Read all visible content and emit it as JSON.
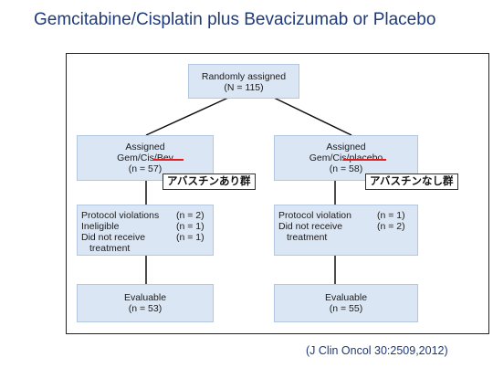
{
  "title": "Gemcitabine/Cisplatin plus Bevacizumab or Placebo",
  "random": {
    "line1": "Randomly assigned",
    "line2": "(N = 115)"
  },
  "left": {
    "assigned": {
      "line1": "Assigned",
      "line2": "Gem/Cis/Bev",
      "line3": "(n = 57)"
    },
    "annotation": "アバスチンあり群",
    "exclusions": [
      {
        "label": "Protocol violations",
        "count": "(n = 2)"
      },
      {
        "label": "Ineligible",
        "count": "(n = 1)"
      },
      {
        "label": "Did not receive",
        "count": "(n = 1)"
      },
      {
        "label": "treatment",
        "count": ""
      }
    ],
    "evaluable": {
      "line1": "Evaluable",
      "line2": "(n = 53)"
    }
  },
  "right": {
    "assigned": {
      "line1": "Assigned",
      "line2": "Gem/Cis/placebo",
      "line3": "(n = 58)"
    },
    "annotation": "アバスチンなし群",
    "exclusions": [
      {
        "label": "Protocol violation",
        "count": "(n = 1)"
      },
      {
        "label": "Did not receive",
        "count": "(n = 2)"
      },
      {
        "label": "treatment",
        "count": ""
      }
    ],
    "evaluable": {
      "line1": "Evaluable",
      "line2": "(n = 55)"
    }
  },
  "citation": "(J Clin Oncol 30:2509,2012)",
  "colors": {
    "title": "#1e3a78",
    "box_fill": "#dbe6f4",
    "underline": "#e02020"
  }
}
